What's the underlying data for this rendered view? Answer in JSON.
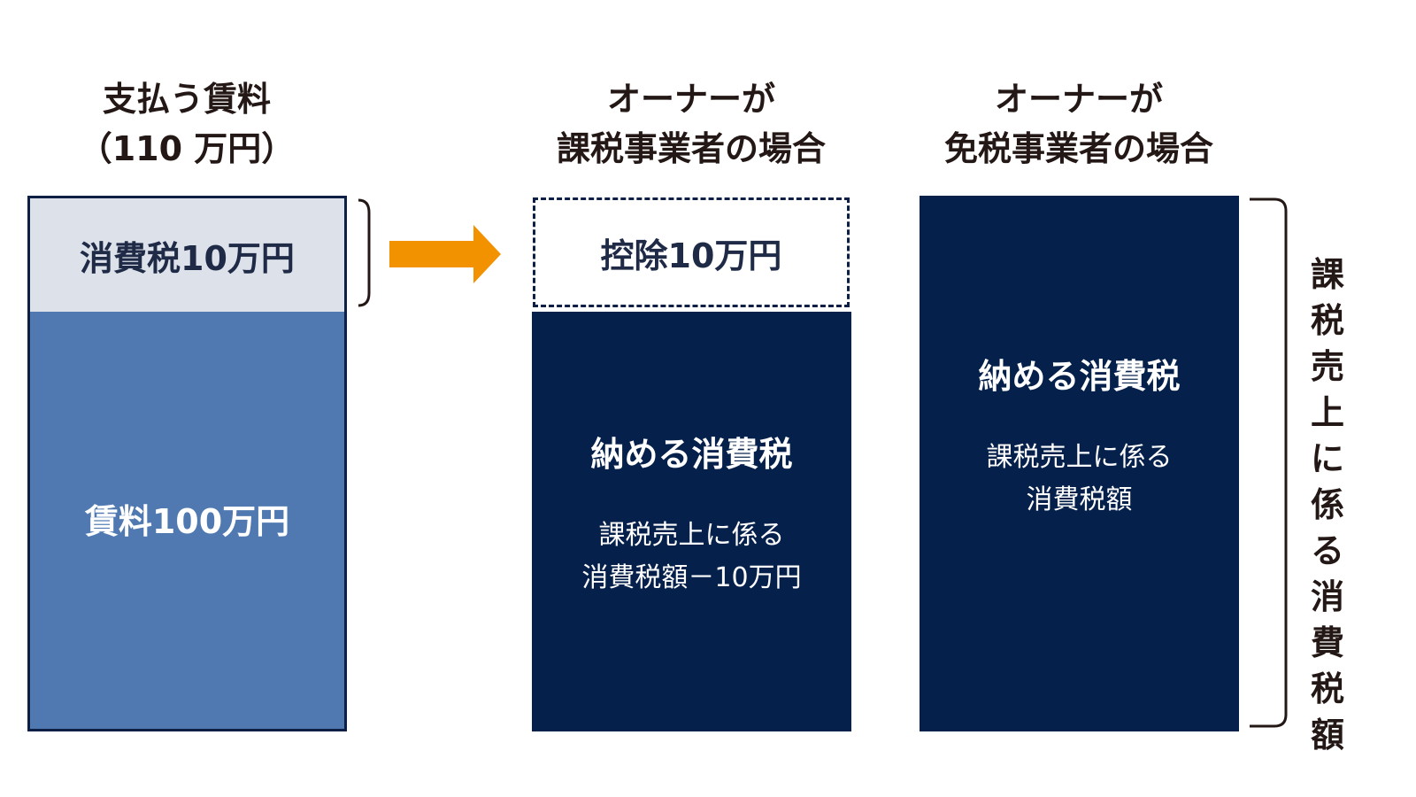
{
  "columns": [
    {
      "heading_lines": [
        "支払う賃料",
        "（110 万円）"
      ],
      "boxes": {
        "tax": {
          "label": "消費税10万円"
        },
        "rent": {
          "label": "賃料100万円"
        }
      }
    },
    {
      "heading_lines": [
        "オーナーが",
        "課税事業者の場合"
      ],
      "boxes": {
        "deduction": {
          "label": "控除10万円"
        },
        "pay": {
          "label": "納める消費税",
          "sub_lines": [
            "課税売上に係る",
            "消費税額－10万円"
          ]
        }
      }
    },
    {
      "heading_lines": [
        "オーナーが",
        "免税事業者の場合"
      ],
      "boxes": {
        "pay": {
          "label": "納める消費税",
          "sub_lines": [
            "課税売上に係る",
            "消費税額"
          ]
        }
      }
    }
  ],
  "side_label_chars": [
    "課",
    "税",
    "売",
    "上",
    "に",
    "係",
    "る",
    "消",
    "費",
    "税",
    "額"
  ],
  "colors": {
    "navy": "#05204a",
    "steel_blue": "#4f79b0",
    "light_gray": "#dde1ea",
    "arrow_orange": "#f39200",
    "border_navy": "#0d1f45"
  }
}
